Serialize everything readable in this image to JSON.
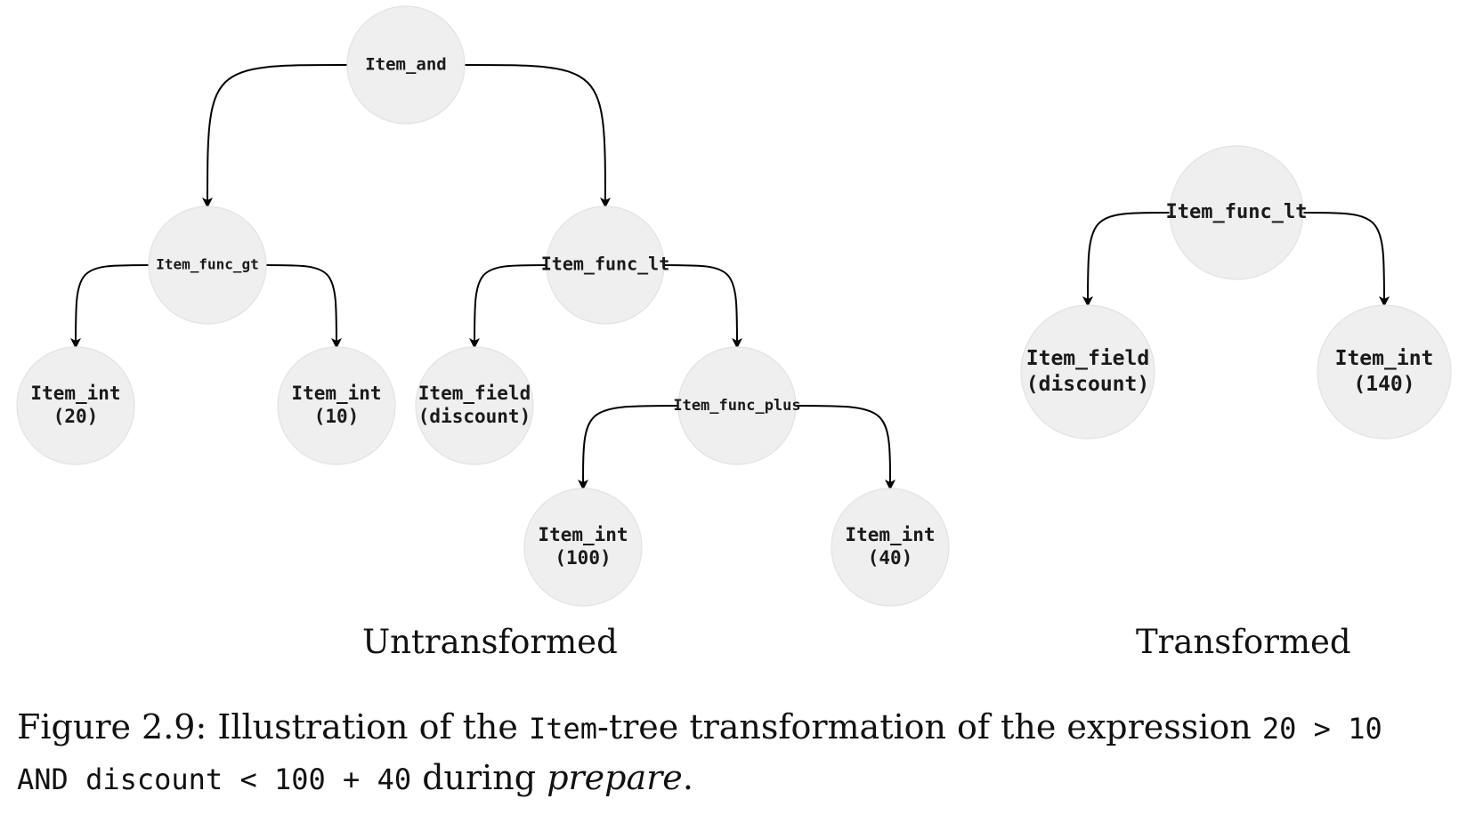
{
  "untransformed": {
    "subtitle": "Untransformed",
    "nodes": {
      "and": [
        "Item_and"
      ],
      "gt": [
        "Item_func_gt"
      ],
      "int20": [
        "Item_int",
        "(20)"
      ],
      "int10": [
        "Item_int",
        "(10)"
      ],
      "lt": [
        "Item_func_lt"
      ],
      "field": [
        "Item_field",
        "(discount)"
      ],
      "plus": [
        "Item_func_plus"
      ],
      "int100": [
        "Item_int",
        "(100)"
      ],
      "int40": [
        "Item_int",
        "(40)"
      ]
    }
  },
  "transformed": {
    "subtitle": "Transformed",
    "nodes": {
      "lt": [
        "Item_func_lt"
      ],
      "field": [
        "Item_field",
        "(discount)"
      ],
      "int140": [
        "Item_int",
        "(140)"
      ]
    }
  },
  "caption": {
    "prefix": "Figure 2.9: Illustration of the ",
    "item_code": "Item",
    "middle": "-tree transformation of the expression ",
    "expr_line1": "20 > 10",
    "expr_line2": "AND discount < 100 + 40",
    "during": " during ",
    "prepare": "prepare",
    "end": "."
  }
}
